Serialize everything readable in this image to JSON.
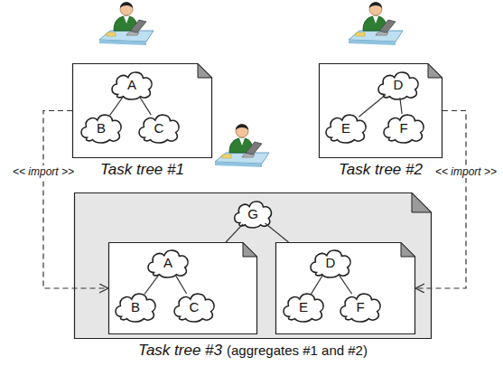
{
  "diagram": {
    "nodes": [
      {
        "text": [
          "Task tree #1"
        ]
      },
      {
        "text": [
          "A"
        ],
        "in": 0
      },
      {
        "text": [
          "B"
        ],
        "in": 0
      },
      {
        "text": [
          "C"
        ],
        "in": 0
      },
      {
        "text": [
          "Task tree #2"
        ]
      },
      {
        "text": [
          "D"
        ],
        "in": 4
      },
      {
        "text": [
          "E"
        ],
        "in": 4
      },
      {
        "text": [
          "F"
        ],
        "in": 4
      },
      {
        "text": [
          "Task tree #3",
          "(aggregates #1 and #2)"
        ]
      },
      {
        "text": [
          "G"
        ],
        "in": 8
      },
      {
        "text": [],
        "in": 8
      },
      {
        "text": [
          "A"
        ],
        "in": 10
      },
      {
        "text": [
          "B"
        ],
        "in": 10
      },
      {
        "text": [
          "C"
        ],
        "in": 10
      },
      {
        "text": [],
        "in": 8
      },
      {
        "text": [
          "D"
        ],
        "in": 14
      },
      {
        "text": [
          "E"
        ],
        "in": 14
      },
      {
        "text": [
          "F"
        ],
        "in": 14
      }
    ],
    "edges": [
      {
        "from": 1,
        "to": 2,
        "arrow": "none"
      },
      {
        "from": 1,
        "to": 3,
        "arrow": "none"
      },
      {
        "from": 5,
        "to": 6,
        "arrow": "none"
      },
      {
        "from": 5,
        "to": 7,
        "arrow": "none"
      },
      {
        "from": 9,
        "to": 10,
        "arrow": "none"
      },
      {
        "from": 9,
        "to": 14,
        "arrow": "none"
      },
      {
        "from": 11,
        "to": 12,
        "arrow": "none"
      },
      {
        "from": 11,
        "to": 13,
        "arrow": "none"
      },
      {
        "from": 15,
        "to": 16,
        "arrow": "none"
      },
      {
        "from": 15,
        "to": 17,
        "arrow": "none"
      },
      {
        "from": 0,
        "to": 10,
        "arrow": "to",
        "label": "<< import >>"
      },
      {
        "from": 4,
        "to": 14,
        "arrow": "to",
        "label": "<< import >>"
      }
    ]
  }
}
